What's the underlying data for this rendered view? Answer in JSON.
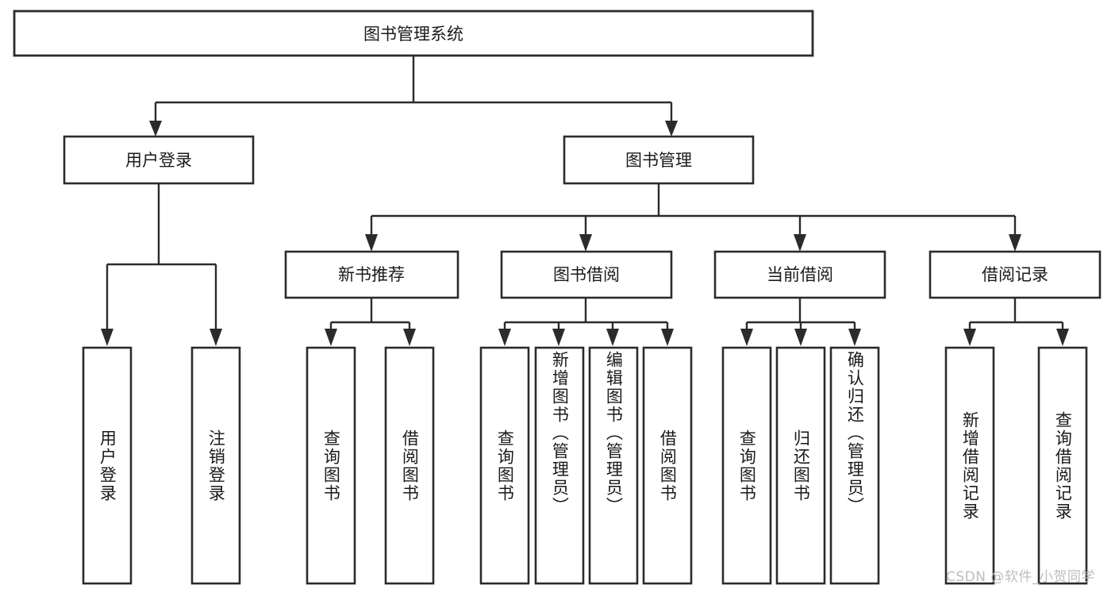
{
  "diagram": {
    "type": "tree-hierarchy",
    "title": "图书管理系统",
    "orientation": "top-down",
    "colors": {
      "background": "#ffffff",
      "box_fill": "#ffffff",
      "box_stroke": "#2b2b2b",
      "connector": "#2b2b2b",
      "text": "#1a1a1a",
      "watermark": "#bdbdbd"
    },
    "root": {
      "label": "图书管理系统",
      "name": "node-root"
    },
    "level2": [
      {
        "label": "用户登录",
        "name": "node-user-login"
      },
      {
        "label": "图书管理",
        "name": "node-book-management"
      }
    ],
    "level3": [
      {
        "label": "新书推荐",
        "name": "node-new-book-recommend"
      },
      {
        "label": "图书借阅",
        "name": "node-book-borrow"
      },
      {
        "label": "当前借阅",
        "name": "node-current-borrow"
      },
      {
        "label": "借阅记录",
        "name": "node-borrow-record"
      }
    ],
    "leaves": {
      "user_login": [
        {
          "label": "用户登录",
          "name": "leaf-user-login"
        },
        {
          "label": "注销登录",
          "name": "leaf-logout"
        }
      ],
      "new_book_recommend": [
        {
          "label": "查询图书",
          "name": "leaf-query-book-1"
        },
        {
          "label": "借阅图书",
          "name": "leaf-borrow-book-1"
        }
      ],
      "book_borrow": [
        {
          "label": "查询图书",
          "name": "leaf-query-book-2"
        },
        {
          "label": "新增图书（管理员）",
          "name": "leaf-add-book-admin"
        },
        {
          "label": "编辑图书（管理员）",
          "name": "leaf-edit-book-admin"
        },
        {
          "label": "借阅图书",
          "name": "leaf-borrow-book-2"
        }
      ],
      "current_borrow": [
        {
          "label": "查询图书",
          "name": "leaf-query-book-3"
        },
        {
          "label": "归还图书",
          "name": "leaf-return-book"
        },
        {
          "label": "确认归还（管理员）",
          "name": "leaf-confirm-return-admin"
        }
      ],
      "borrow_record": [
        {
          "label": "新增借阅记录",
          "name": "leaf-add-borrow-record"
        },
        {
          "label": "查询借阅记录",
          "name": "leaf-query-borrow-record"
        }
      ]
    },
    "watermark": "CSDN @软件_小贺同学"
  }
}
